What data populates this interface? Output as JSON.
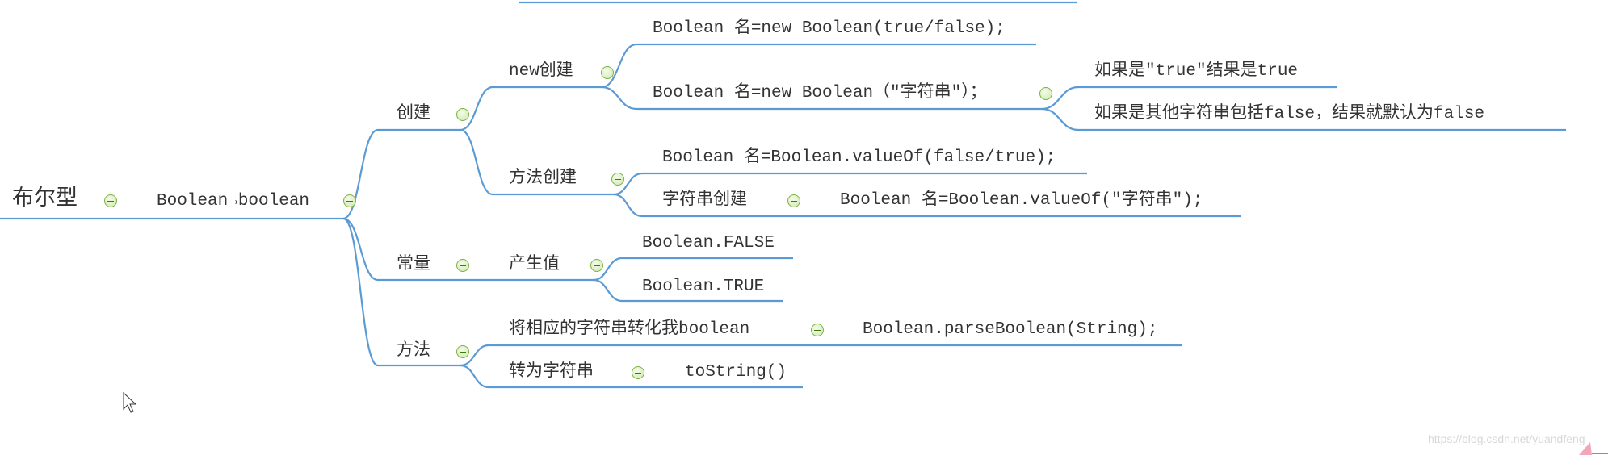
{
  "mindmap": {
    "root": "布尔型",
    "center": "Boolean→boolean",
    "create": {
      "label": "创建",
      "new_create": {
        "label": "new创建",
        "items": [
          "Boolean 名=new Boolean(true/false);",
          "Boolean 名=new Boolean（\"字符串\"）；"
        ],
        "string_results": [
          "如果是\"true\"结果是true",
          "如果是其他字符串包括false，结果就默认为false"
        ]
      },
      "method_create": {
        "label": "方法创建",
        "value_of": "Boolean 名=Boolean.valueOf(false/true);",
        "string_create": "字符串创建",
        "string_value_of": "Boolean 名=Boolean.valueOf(\"字符串\");"
      }
    },
    "constants": {
      "label": "常量",
      "produce": "产生值",
      "values": [
        "Boolean.FALSE",
        "Boolean.TRUE"
      ]
    },
    "methods": {
      "label": "方法",
      "parse": {
        "label": "将相应的字符串转化我boolean",
        "value": "Boolean.parseBoolean(String);"
      },
      "to_string": {
        "label": "转为字符串",
        "value": "toString()"
      }
    }
  },
  "watermark": "https://blog.csdn.net/yuandfeng",
  "colors": {
    "line": "#5b9bd5",
    "toggle": "#7cb342"
  }
}
